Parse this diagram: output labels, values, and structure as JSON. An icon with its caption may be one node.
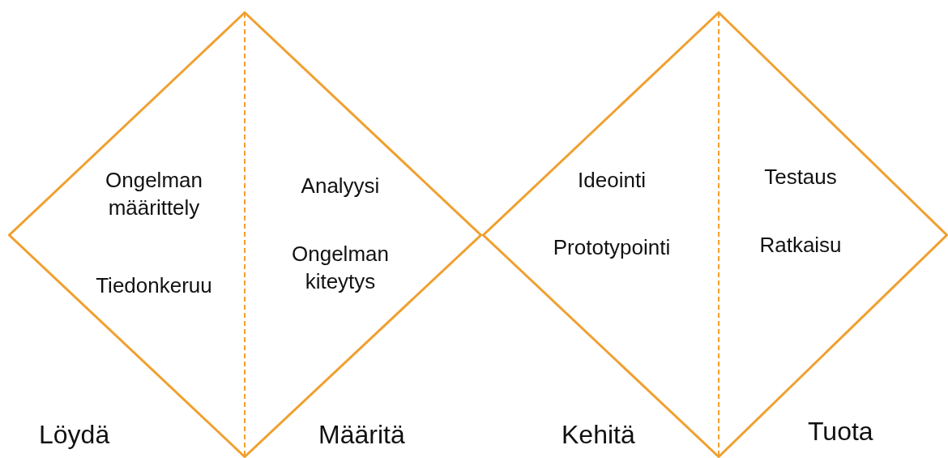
{
  "diagram": {
    "nodes": [
      {
        "text": [],
        "shape": "diamond"
      },
      {
        "text": [
          "Ongelman määrittely",
          "Tiedonkeruu"
        ],
        "in": 0
      },
      {
        "text": [
          "Analyysi",
          "Ongelman kiteytys"
        ],
        "in": 0
      },
      {
        "text": [],
        "shape": "diamond"
      },
      {
        "text": [
          "Ideointi",
          "Prototypointi"
        ],
        "in": 3
      },
      {
        "text": [
          "Testaus",
          "Ratkaisu"
        ],
        "in": 3
      }
    ],
    "labels": [
      "Löydä",
      "Määritä",
      "Kehitä",
      "Tuota"
    ]
  }
}
